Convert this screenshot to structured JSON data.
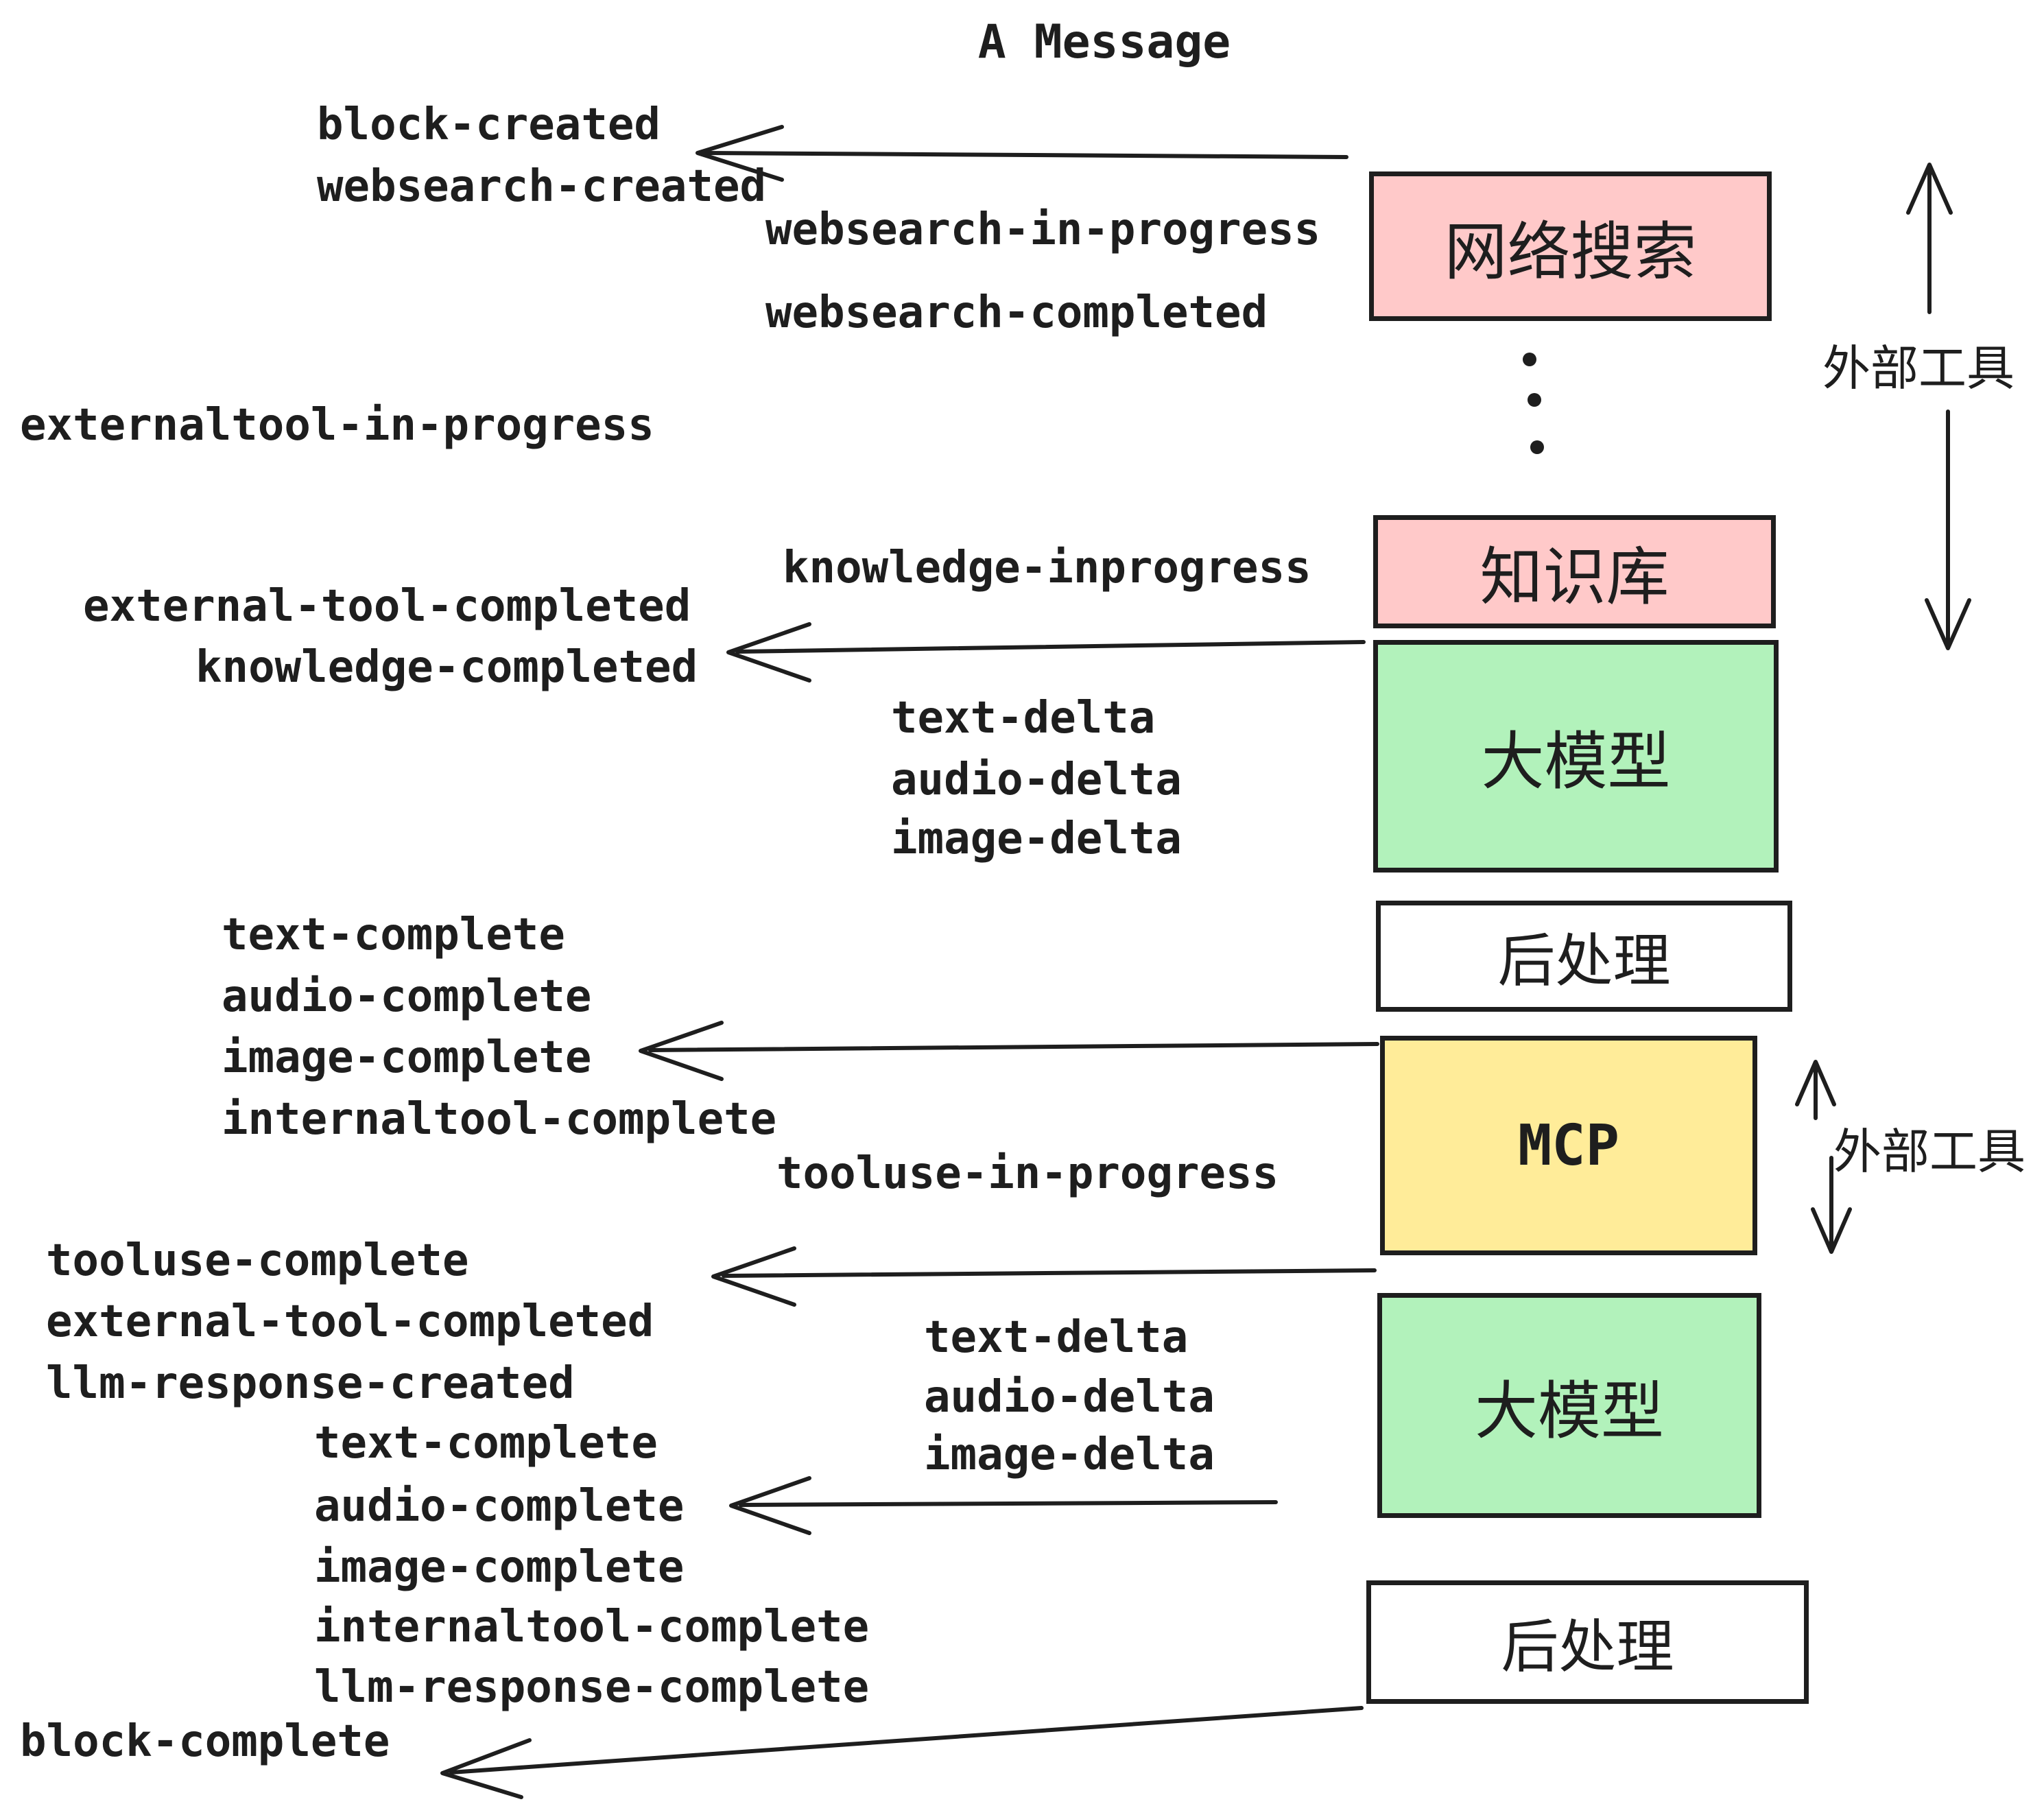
{
  "title": "A Message",
  "colors": {
    "stroke": "#1e1e1e",
    "box_pink": "#ffc9c9",
    "box_green": "#b2f2bb",
    "box_yellow": "#ffec99",
    "box_white": "#ffffff"
  },
  "boxes": {
    "websearch": {
      "label": "网络搜索"
    },
    "knowledge": {
      "label": "知识库"
    },
    "llm1": {
      "label": "大模型"
    },
    "post1": {
      "label": "后处理"
    },
    "mcp": {
      "label": "MCP"
    },
    "llm2": {
      "label": "大模型"
    },
    "post2": {
      "label": "后处理"
    }
  },
  "side_labels": {
    "external_tools_top": "外部工具",
    "external_tools_bottom": "外部工具"
  },
  "events": {
    "block_created": "block-created",
    "websearch_created": "websearch-created",
    "websearch_in_progress": "websearch-in-progress",
    "websearch_completed": "websearch-completed",
    "externaltool_in_progress": "externaltool-in-progress",
    "knowledge_inprogress": "knowledge-inprogress",
    "external_tool_completed": "external-tool-completed",
    "knowledge_completed": "knowledge-completed",
    "text_delta_1": "text-delta",
    "audio_delta_1": "audio-delta",
    "image_delta_1": "image-delta",
    "text_complete_1": "text-complete",
    "audio_complete_1": "audio-complete",
    "image_complete_1": "image-complete",
    "internaltool_complete_1": "internaltool-complete",
    "tooluse_in_progress": "tooluse-in-progress",
    "tooluse_complete": "tooluse-complete",
    "external_tool_completed_2": "external-tool-completed",
    "llm_response_created": "llm-response-created",
    "text_delta_2": "text-delta",
    "audio_delta_2": "audio-delta",
    "image_delta_2": "image-delta",
    "text_complete_2": "text-complete",
    "audio_complete_2": "audio-complete",
    "image_complete_2": "image-complete",
    "internaltool_complete_2": "internaltool-complete",
    "llm_response_complete": "llm-response-complete",
    "block_complete": "block-complete"
  }
}
